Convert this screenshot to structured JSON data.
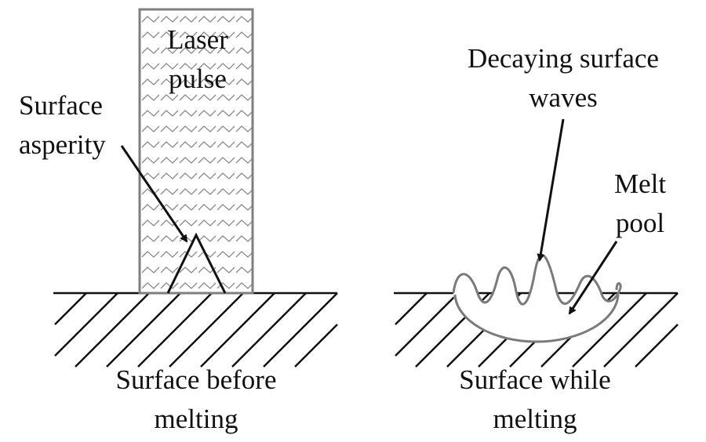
{
  "labels": {
    "laser_pulse_line1": "Laser",
    "laser_pulse_line2": "pulse",
    "asperity_line1": "Surface",
    "asperity_line2": "asperity",
    "waves_line1": "Decaying surface",
    "waves_line2": "waves",
    "melt_pool_line1": "Melt",
    "melt_pool_line2": "pool",
    "left_caption_line1": "Surface before",
    "left_caption_line2": "melting",
    "right_caption_line1": "Surface while",
    "right_caption_line2": "melting"
  },
  "colors": {
    "ink": "#111111",
    "laser_outline": "#7f7f7f",
    "laser_zigzag": "#8a8a8a",
    "melt_pool_outline": "#7a7a7a"
  }
}
